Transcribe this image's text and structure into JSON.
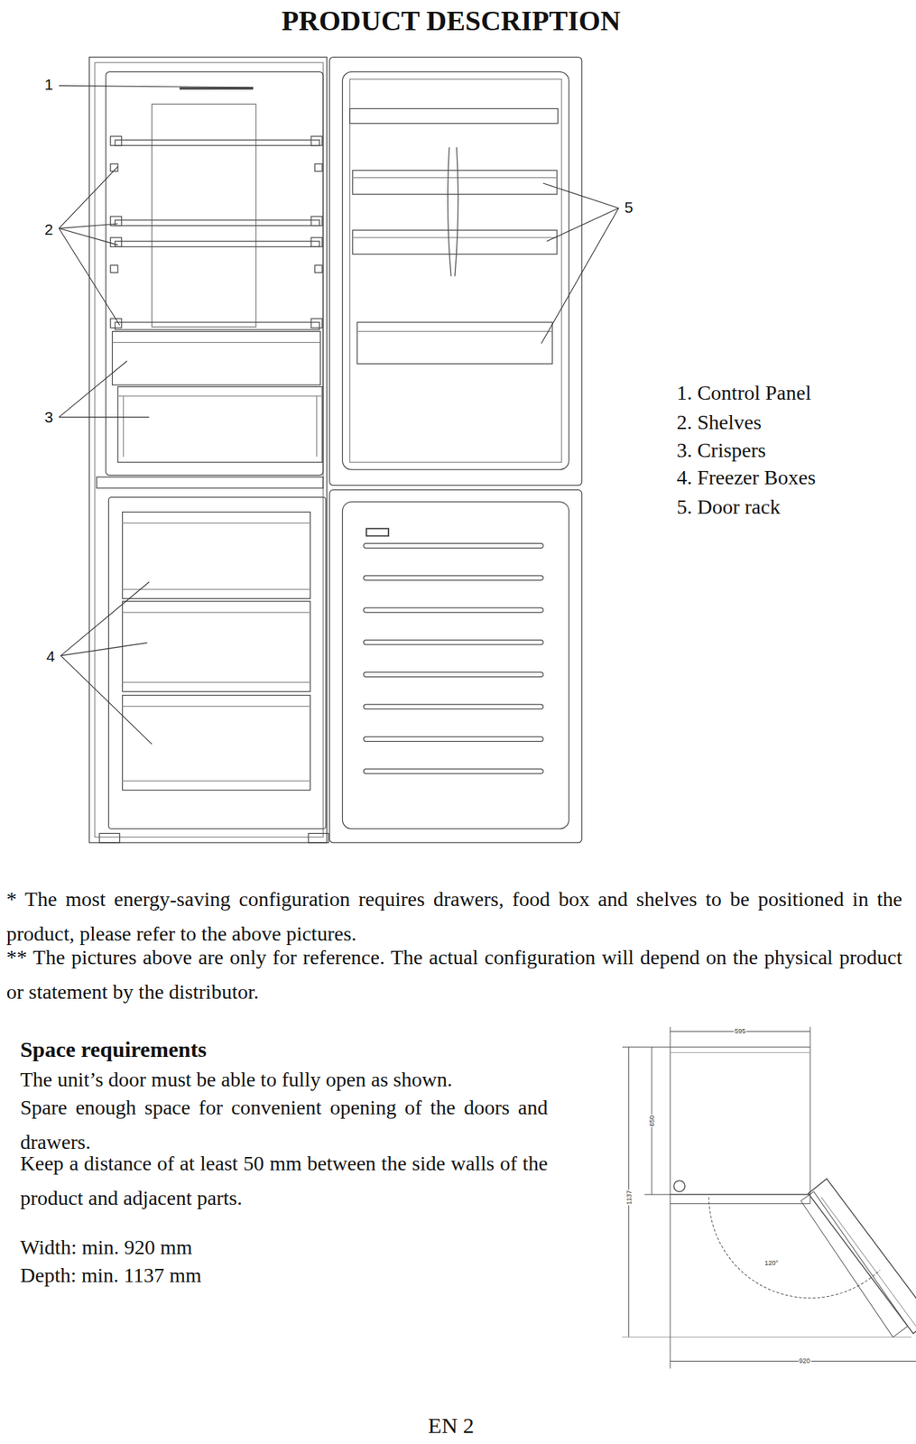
{
  "diagram": {
    "title": "PRODUCT DESCRIPTION",
    "labels": [
      "1",
      "2",
      "3",
      "4",
      "5",
      "1. Control Panel",
      "2. Shelves",
      "3. Crispers",
      "4. Freezer Boxes",
      "5. Door rack",
      "* The most energy-saving configuration requires drawers, food box and shelves to be positioned in the product, please refer to the above pictures.",
      "** The pictures above are only for reference. The actual configuration will depend on the physical product or statement by the distributor.",
      "Space requirements",
      "The unit’s door must be able to fully open as shown.",
      "Spare enough space for convenient opening of the doors and drawers.",
      "Keep a distance of at least 50 mm between the side walls of the product and adjacent parts.",
      "Width: min. 920 mm",
      "Depth: min. 1137 mm",
      "595",
      "650",
      "1137",
      "920",
      "120°",
      "EN 2"
    ]
  }
}
